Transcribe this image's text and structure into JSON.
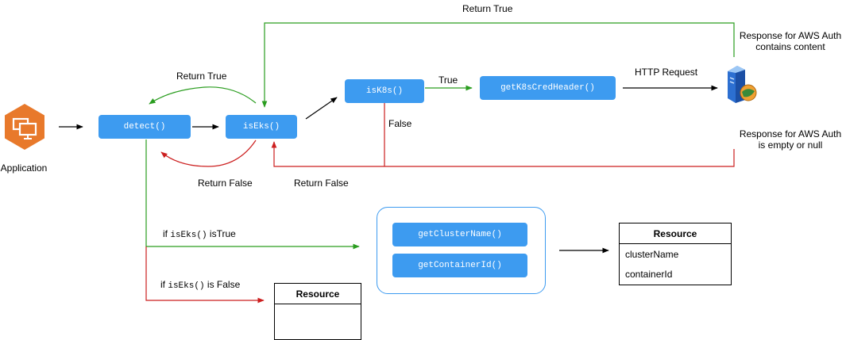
{
  "actors": {
    "application": "Application"
  },
  "nodes": {
    "detect": "detect()",
    "isEks": "isEks()",
    "isK8s": "isK8s()",
    "getK8sCredHeader": "getK8sCredHeader()",
    "getClusterName": "getClusterName()",
    "getContainerId": "getContainerId()"
  },
  "edge_labels": {
    "return_true_top": "Return True",
    "return_true_left": "Return True",
    "true": "True",
    "false": "False",
    "http_request": "HTTP Request",
    "return_false_left": "Return False",
    "return_false_right": "Return False",
    "aws_content_line1": "Response for AWS Auth",
    "aws_content_line2": "contains content",
    "aws_empty_line1": "Response for AWS Auth",
    "aws_empty_line2": "is empty or null",
    "if_true_prefix": "if",
    "if_true_code": "isEks()",
    "if_true_suffix": "isTrue",
    "if_false_prefix": "if",
    "if_false_code": "isEks()",
    "if_false_suffix": "is False"
  },
  "resource_filled": {
    "title": "Resource",
    "fields": [
      "clusterName",
      "containerId"
    ]
  },
  "resource_empty": {
    "title": "Resource"
  },
  "colors": {
    "node": "#3d9bf0",
    "green": "#2a9d1f",
    "red": "#cc1f1f",
    "aws_orange": "#e8792b"
  },
  "icons": [
    "application-icon",
    "server-icon"
  ]
}
